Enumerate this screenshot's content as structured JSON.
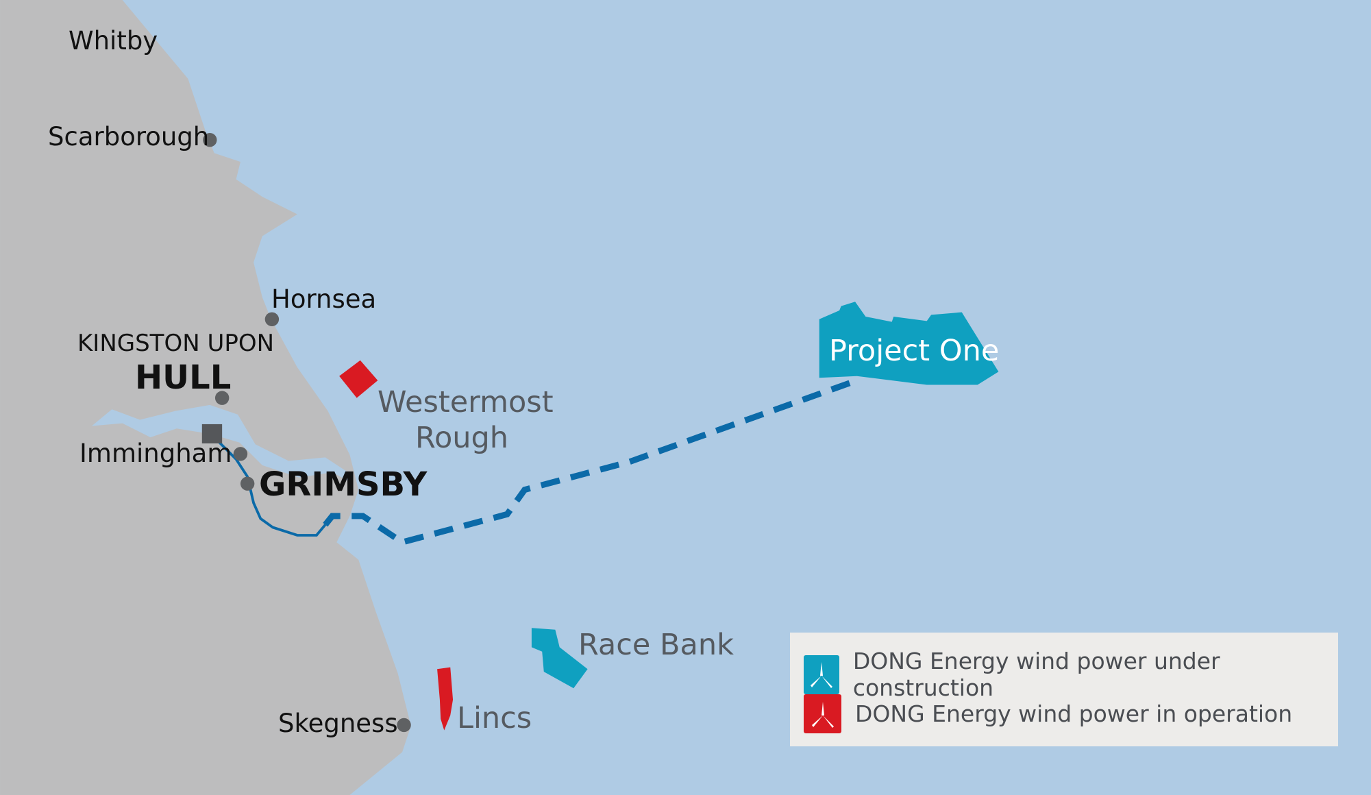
{
  "colors": {
    "sea": "#afcbe4",
    "land": "#bdbdbe",
    "construction": "#0fa0c0",
    "operation": "#d91a22",
    "cable": "#0b6aa8",
    "town_dot": "#5f6163"
  },
  "towns": {
    "whitby": "Whitby",
    "scarborough": "Scarborough",
    "hornsea": "Hornsea",
    "hull_prefix": "KINGSTON UPON",
    "hull": "HULL",
    "immingham": "Immingham",
    "grimsby": "GRIMSBY",
    "skegness": "Skegness"
  },
  "wind_farms": {
    "project_one": {
      "name": "Project One",
      "status": "construction"
    },
    "westermost_rough": {
      "name_line1": "Westermost",
      "name_line2": "Rough",
      "status": "operation"
    },
    "race_bank": {
      "name": "Race Bank",
      "status": "construction"
    },
    "lincs": {
      "name": "Lincs",
      "status": "operation"
    }
  },
  "legend": {
    "items": [
      {
        "icon": "wind-turbine-icon",
        "label": "DONG Energy wind power under construction",
        "color": "#0fa0c0"
      },
      {
        "icon": "wind-turbine-icon",
        "label": "DONG Energy wind power in operation",
        "color": "#d91a22"
      }
    ]
  }
}
